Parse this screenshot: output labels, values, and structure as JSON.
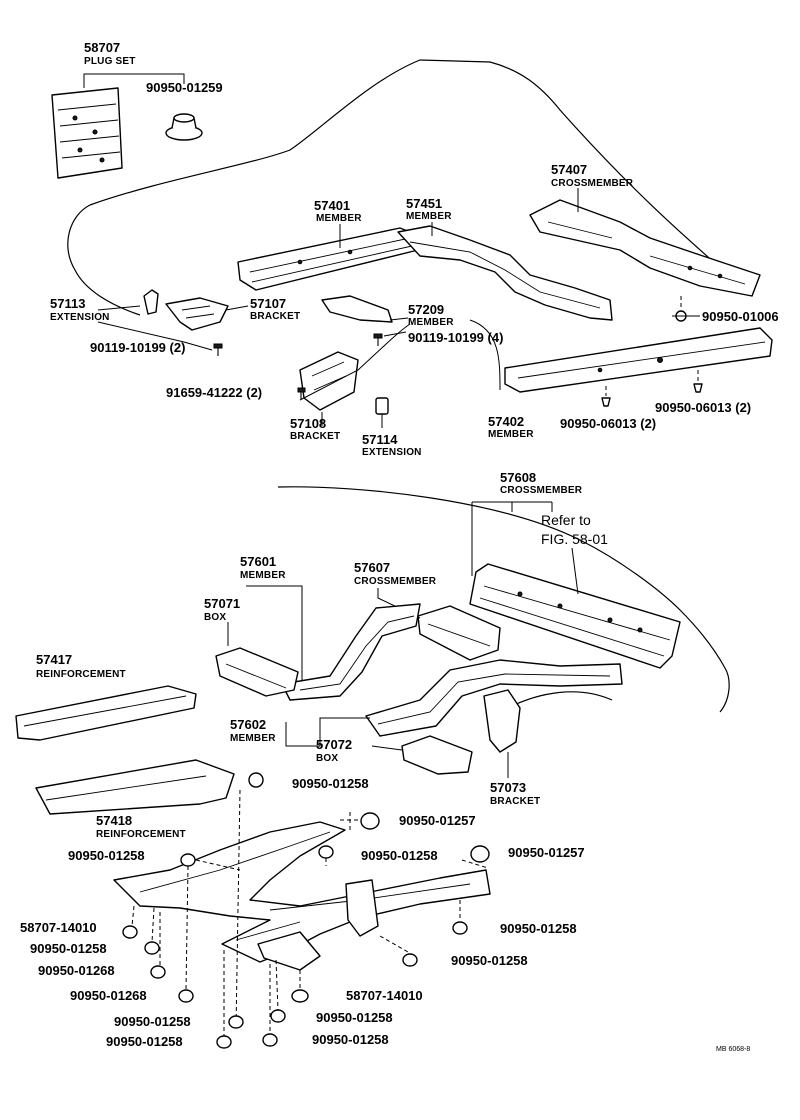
{
  "labels": {
    "plug_set_number": "58707",
    "plug_set_name": "PLUG SET",
    "plug_90950_01259": "90950-01259",
    "member_57401_number": "57401",
    "member_57401_name": "MEMBER",
    "member_57451_number": "57451",
    "member_57451_name": "MEMBER",
    "crossmember_57407_number": "57407",
    "crossmember_57407_name": "CROSSMEMBER",
    "extension_57113_number": "57113",
    "extension_57113_name": "EXTENSION",
    "bracket_57107_number": "57107",
    "bracket_57107_name": "BRACKET",
    "member_57209_number": "57209",
    "member_57209_name": "MEMBER",
    "plug_90950_01006": "90950-01006",
    "bolt_90119_10199_2": "90119-10199 (2)",
    "bolt_90119_10199_4": "90119-10199 (4)",
    "bolt_91659_41222_2": "91659-41222 (2)",
    "bracket_57108_number": "57108",
    "bracket_57108_name": "BRACKET",
    "extension_57114_number": "57114",
    "extension_57114_name": "EXTENSION",
    "member_57402_number": "57402",
    "member_57402_name": "MEMBER",
    "plug_90950_06013_2a": "90950-06013 (2)",
    "plug_90950_06013_2b": "90950-06013 (2)",
    "crossmember_57608_number": "57608",
    "crossmember_57608_name": "CROSSMEMBER",
    "refer_to_line1": "Refer to",
    "refer_to_line2": "FIG. 58-01",
    "member_57601_number": "57601",
    "member_57601_name": "MEMBER",
    "crossmember_57607_number": "57607",
    "crossmember_57607_name": "CROSSMEMBER",
    "box_57071_number": "57071",
    "box_57071_name": "BOX",
    "reinforcement_57417_number": "57417",
    "reinforcement_57417_name": "REINFORCEMENT",
    "member_57602_number": "57602",
    "member_57602_name": "MEMBER",
    "box_57072_number": "57072",
    "box_57072_name": "BOX",
    "bracket_57073_number": "57073",
    "bracket_57073_name": "BRACKET",
    "plug_01258_a": "90950-01258",
    "reinforcement_57418_number": "57418",
    "reinforcement_57418_name": "REINFORCEMENT",
    "plug_01257_a": "90950-01257",
    "plug_01258_b": "90950-01258",
    "plug_01258_c": "90950-01258",
    "plug_01257_b": "90950-01257",
    "plug_58707_14010_a": "58707-14010",
    "plug_01258_d": "90950-01258",
    "plug_01258_e": "90950-01258",
    "plug_01268_a": "90950-01268",
    "plug_01258_f": "90950-01258",
    "plug_01268_b": "90950-01268",
    "plug_58707_14010_b": "58707-14010",
    "plug_01258_g": "90950-01258",
    "plug_01258_h": "90950-01258",
    "plug_01258_i": "90950-01258",
    "plug_01258_j": "90950-01258",
    "figure_code": "MB 6068-8"
  }
}
